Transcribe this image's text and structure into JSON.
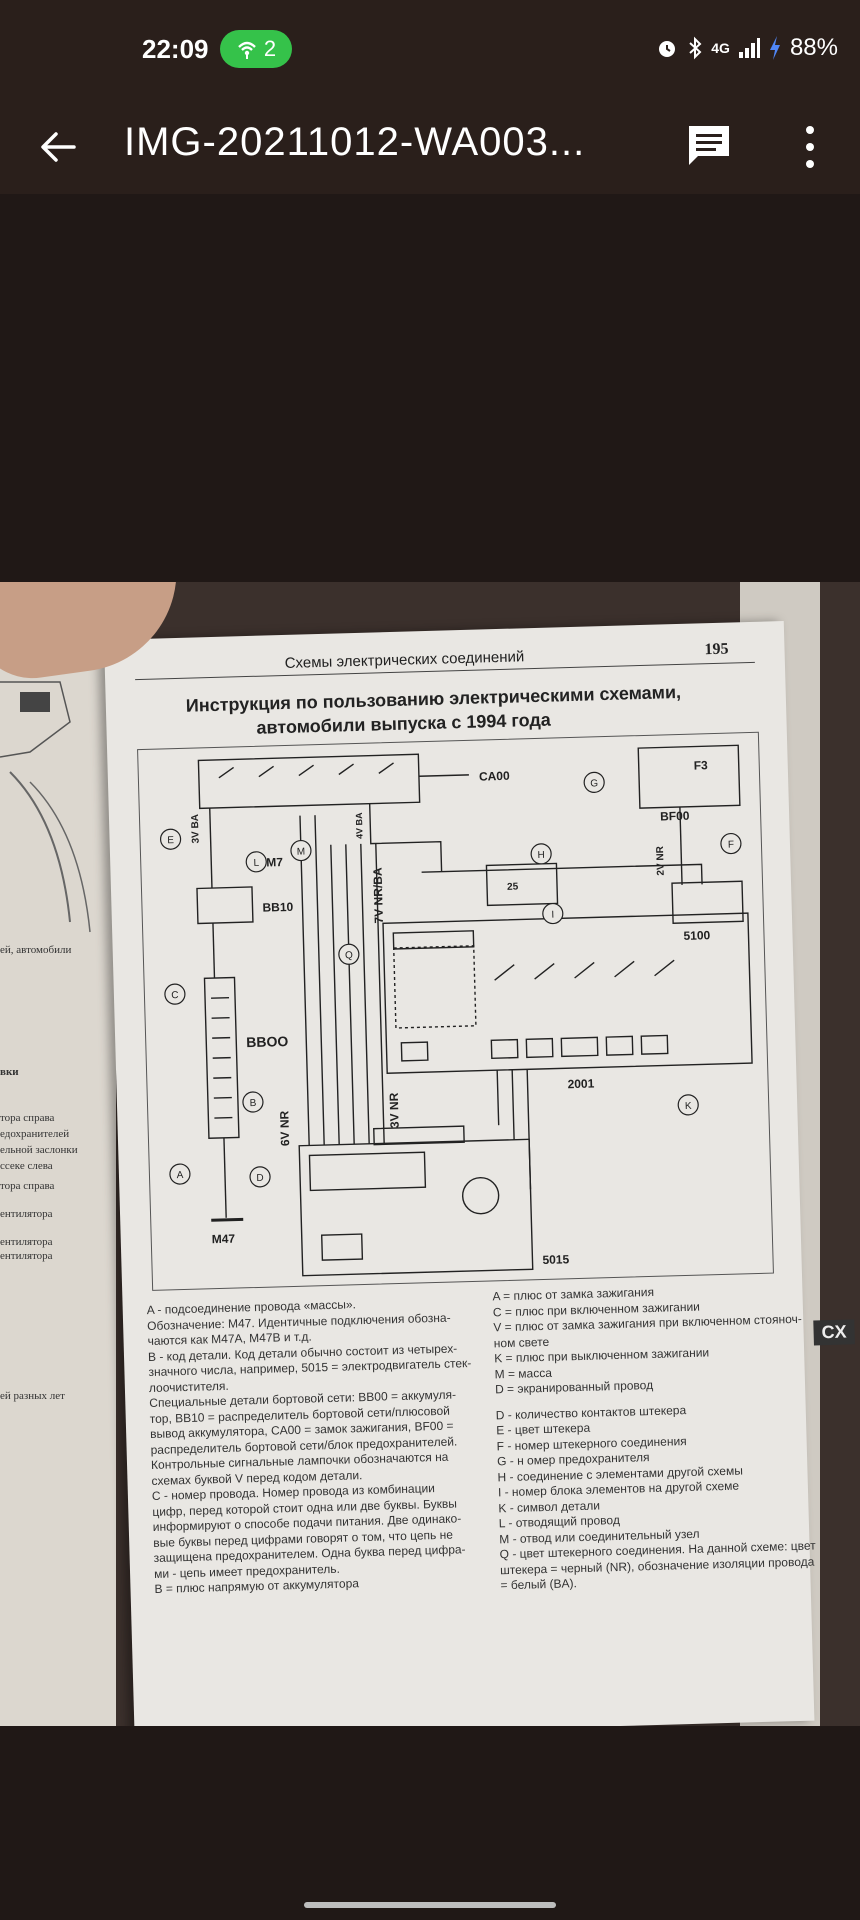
{
  "status": {
    "time": "22:09",
    "hotspot_count": "2",
    "network": "4G",
    "battery": "88%"
  },
  "toolbar": {
    "title": "IMG-20211012-WA003..."
  },
  "page": {
    "header": "Схемы электрических соединений",
    "number": "195",
    "title_line1": "Инструкция по пользованию электрическими схемами,",
    "title_line2": "автомобили выпуска с 1994 года",
    "side_tab": "CX",
    "left_fragments": [
      "ей, автомобили",
      "вки",
      "тора справа",
      "едохранителей",
      "ельной заслонки",
      "ссеке слева",
      "тора справа",
      "ентилятора",
      "ентилятора",
      "ентилятора",
      "ей разных лет"
    ]
  },
  "diagram": {
    "labels": {
      "ca00": "CA00",
      "bf00": "BF00",
      "f3": "F3",
      "bb10": "BB10",
      "m7": "M7",
      "bb00": "BBOO",
      "m47": "M47",
      "n5100": "5100",
      "n2001": "2001",
      "n5015": "5015",
      "wire_3vba": "3V BA",
      "wire_4vba": "4V BA",
      "wire_2vnr": "2V NR",
      "wire_7vnrba": "7V NR/BA",
      "wire_6vnr": "6V NR",
      "wire_3vnr": "3V NR",
      "fuse_25": "25"
    },
    "markers": [
      "A",
      "B",
      "C",
      "D",
      "E",
      "F",
      "G",
      "H",
      "I",
      "K",
      "L",
      "M",
      "Q"
    ]
  },
  "legend_left": [
    "A - подсоединение провода «массы».",
    "Обозначение: M47. Идентичные подключения обозна-",
    "чаются как M47A, M47B и т.д.",
    "B - код детали. Код детали обычно состоит из четырех-",
    "значного числа, например, 5015 = электродвигатель стек-",
    "лоочистителя.",
    "Специальные детали бортовой сети: BB00 = аккумуля-",
    "тор, BB10 = распределитель бортовой сети/плюсовой",
    "вывод аккумулятора, CA00 = замок зажигания, BF00 =",
    "распределитель бортовой сети/блок предохранителей.",
    "Контрольные сигнальные лампочки обозначаются на",
    "схемах буквой V перед кодом детали.",
    "C - номер провода. Номер провода из комбинации",
    "цифр, перед которой стоит одна или две буквы. Буквы",
    "информируют о способе подачи питания. Две одинако-",
    "вые буквы перед цифрами говорят о том, что цепь не",
    "защищена предохранителем. Одна буква перед цифра-",
    "ми - цепь имеет предохранитель.",
    "B = плюс напрямую от аккумулятора"
  ],
  "legend_right": [
    "A = плюс от замка зажигания",
    "C = плюс при включенном зажигании",
    "V = плюс от замка зажигания при включенном стояноч-",
    "ном свете",
    "K = плюс при выключенном зажигании",
    "M = масса",
    "D = экранированный провод",
    "",
    "D - количество контактов штекера",
    "E - цвет штекера",
    "F - номер штекерного соединения",
    "G - н омер предохранителя",
    "H - соединение с элементами другой схемы",
    "I - номер блока элементов на другой схеме",
    "K - символ детали",
    "L - отводящий провод",
    "M - отвод или соединительный узел",
    "Q - цвет штекерного соединения. На данной схеме: цвет",
    "штекера = черный (NR), обозначение изоляции провода",
    "= белый (BA)."
  ]
}
